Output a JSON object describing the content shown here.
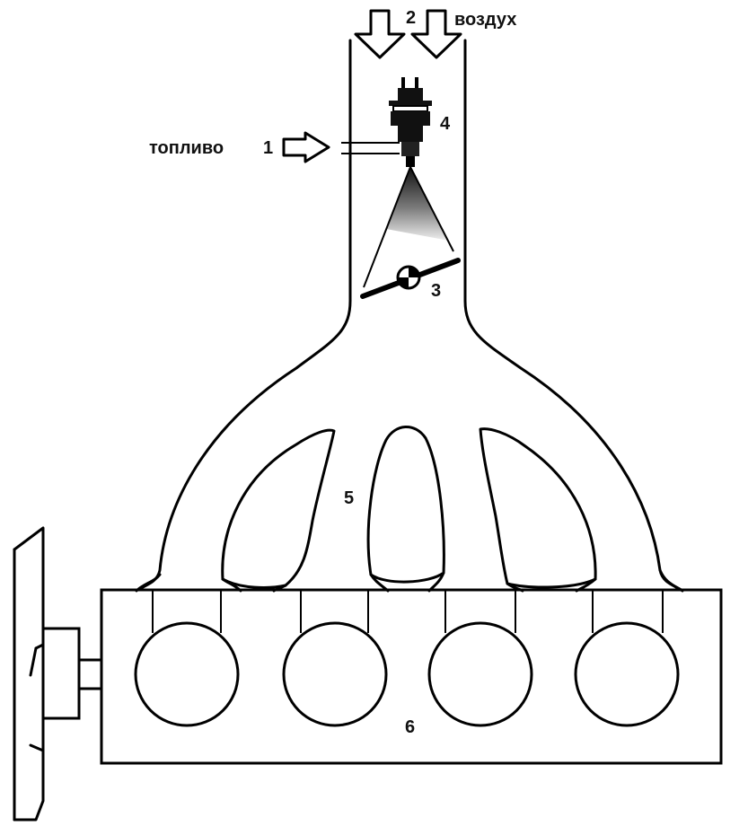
{
  "labels": {
    "fuel": "топливо",
    "air": "воздух",
    "n1": "1",
    "n2": "2",
    "n3": "3",
    "n4": "4",
    "n5": "5",
    "n6": "6"
  },
  "colors": {
    "line": "#000000",
    "background": "#ffffff",
    "spray_dark": "#1a1a1a",
    "spray_light": "#e6e6e6"
  },
  "components": {
    "injector": "injector-icon",
    "throttle": "throttle-valve-icon",
    "cylinders": [
      "cylinder-1",
      "cylinder-2",
      "cylinder-3",
      "cylinder-4"
    ],
    "manifold_runners": [
      "runner-1",
      "runner-2",
      "runner-3",
      "runner-4"
    ]
  }
}
